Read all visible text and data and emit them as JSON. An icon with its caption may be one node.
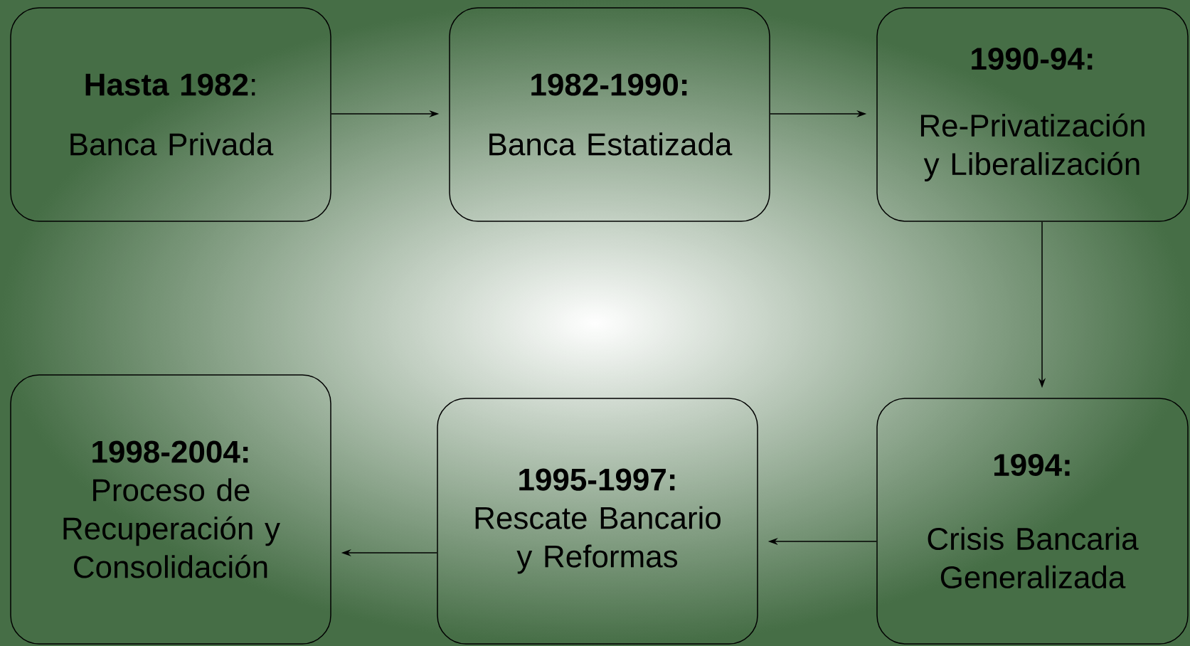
{
  "diagram": {
    "nodes": [
      {
        "text": [
          "**Hasta 1982**:",
          "Banca Privada"
        ]
      },
      {
        "text": [
          "1982-1990:",
          "Banca Estatizada"
        ]
      },
      {
        "text": [
          "1990-94:",
          "Re-Privatización y Liberalización"
        ]
      },
      {
        "text": [
          "1994:",
          "Crisis Bancaria Generalizada"
        ]
      },
      {
        "text": [
          "1995-1997:",
          "Rescate Bancario y Reformas"
        ]
      },
      {
        "text": [
          "1998-2004:",
          "Proceso de Recuperación y Consolidación"
        ]
      }
    ],
    "edges": [
      {
        "from": 0,
        "to": 1,
        "arrow": "to"
      },
      {
        "from": 1,
        "to": 2,
        "arrow": "to"
      },
      {
        "from": 2,
        "to": 3,
        "arrow": "to"
      },
      {
        "from": 3,
        "to": 4,
        "arrow": "to"
      },
      {
        "from": 4,
        "to": 5,
        "arrow": "to"
      }
    ]
  }
}
